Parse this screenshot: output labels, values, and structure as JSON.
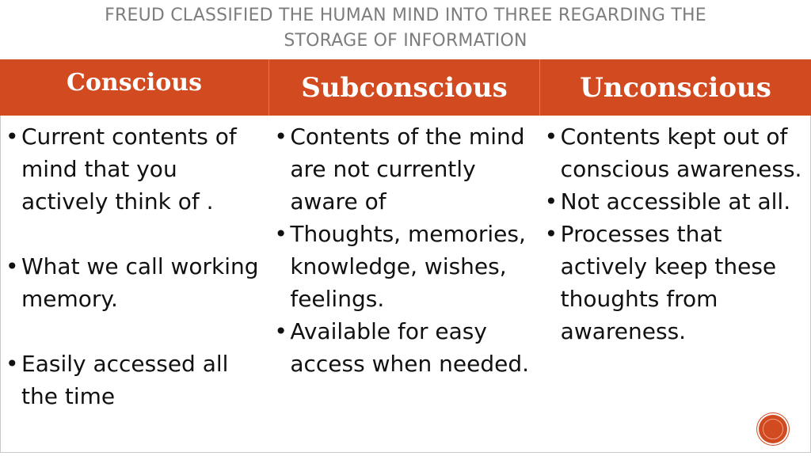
{
  "slide": {
    "title_line1": "FREUD CLASSIFIED THE HUMAN MIND INTO THREE REGARDING THE",
    "title_line2": "STORAGE OF INFORMATION"
  },
  "table": {
    "headers": [
      "Conscious",
      "Subconscious",
      "Unconscious"
    ],
    "columns": [
      {
        "bullets": [
          "Current contents of mind that you actively think of .",
          "What we call working memory.",
          "Easily accessed all the time"
        ]
      },
      {
        "bullets": [
          "Contents of the mind are not currently aware of",
          "Thoughts, memories, knowledge, wishes, feelings.",
          "Available for easy access when needed."
        ]
      },
      {
        "bullets": [
          "Contents kept out of conscious awareness.",
          "Not accessible at all.",
          "Processes that actively keep these thoughts from awareness."
        ]
      }
    ]
  },
  "colors": {
    "accent": "#d24a1f",
    "title": "#7d7d7d"
  },
  "icons": {
    "slide_badge": "circle-badge-icon"
  }
}
